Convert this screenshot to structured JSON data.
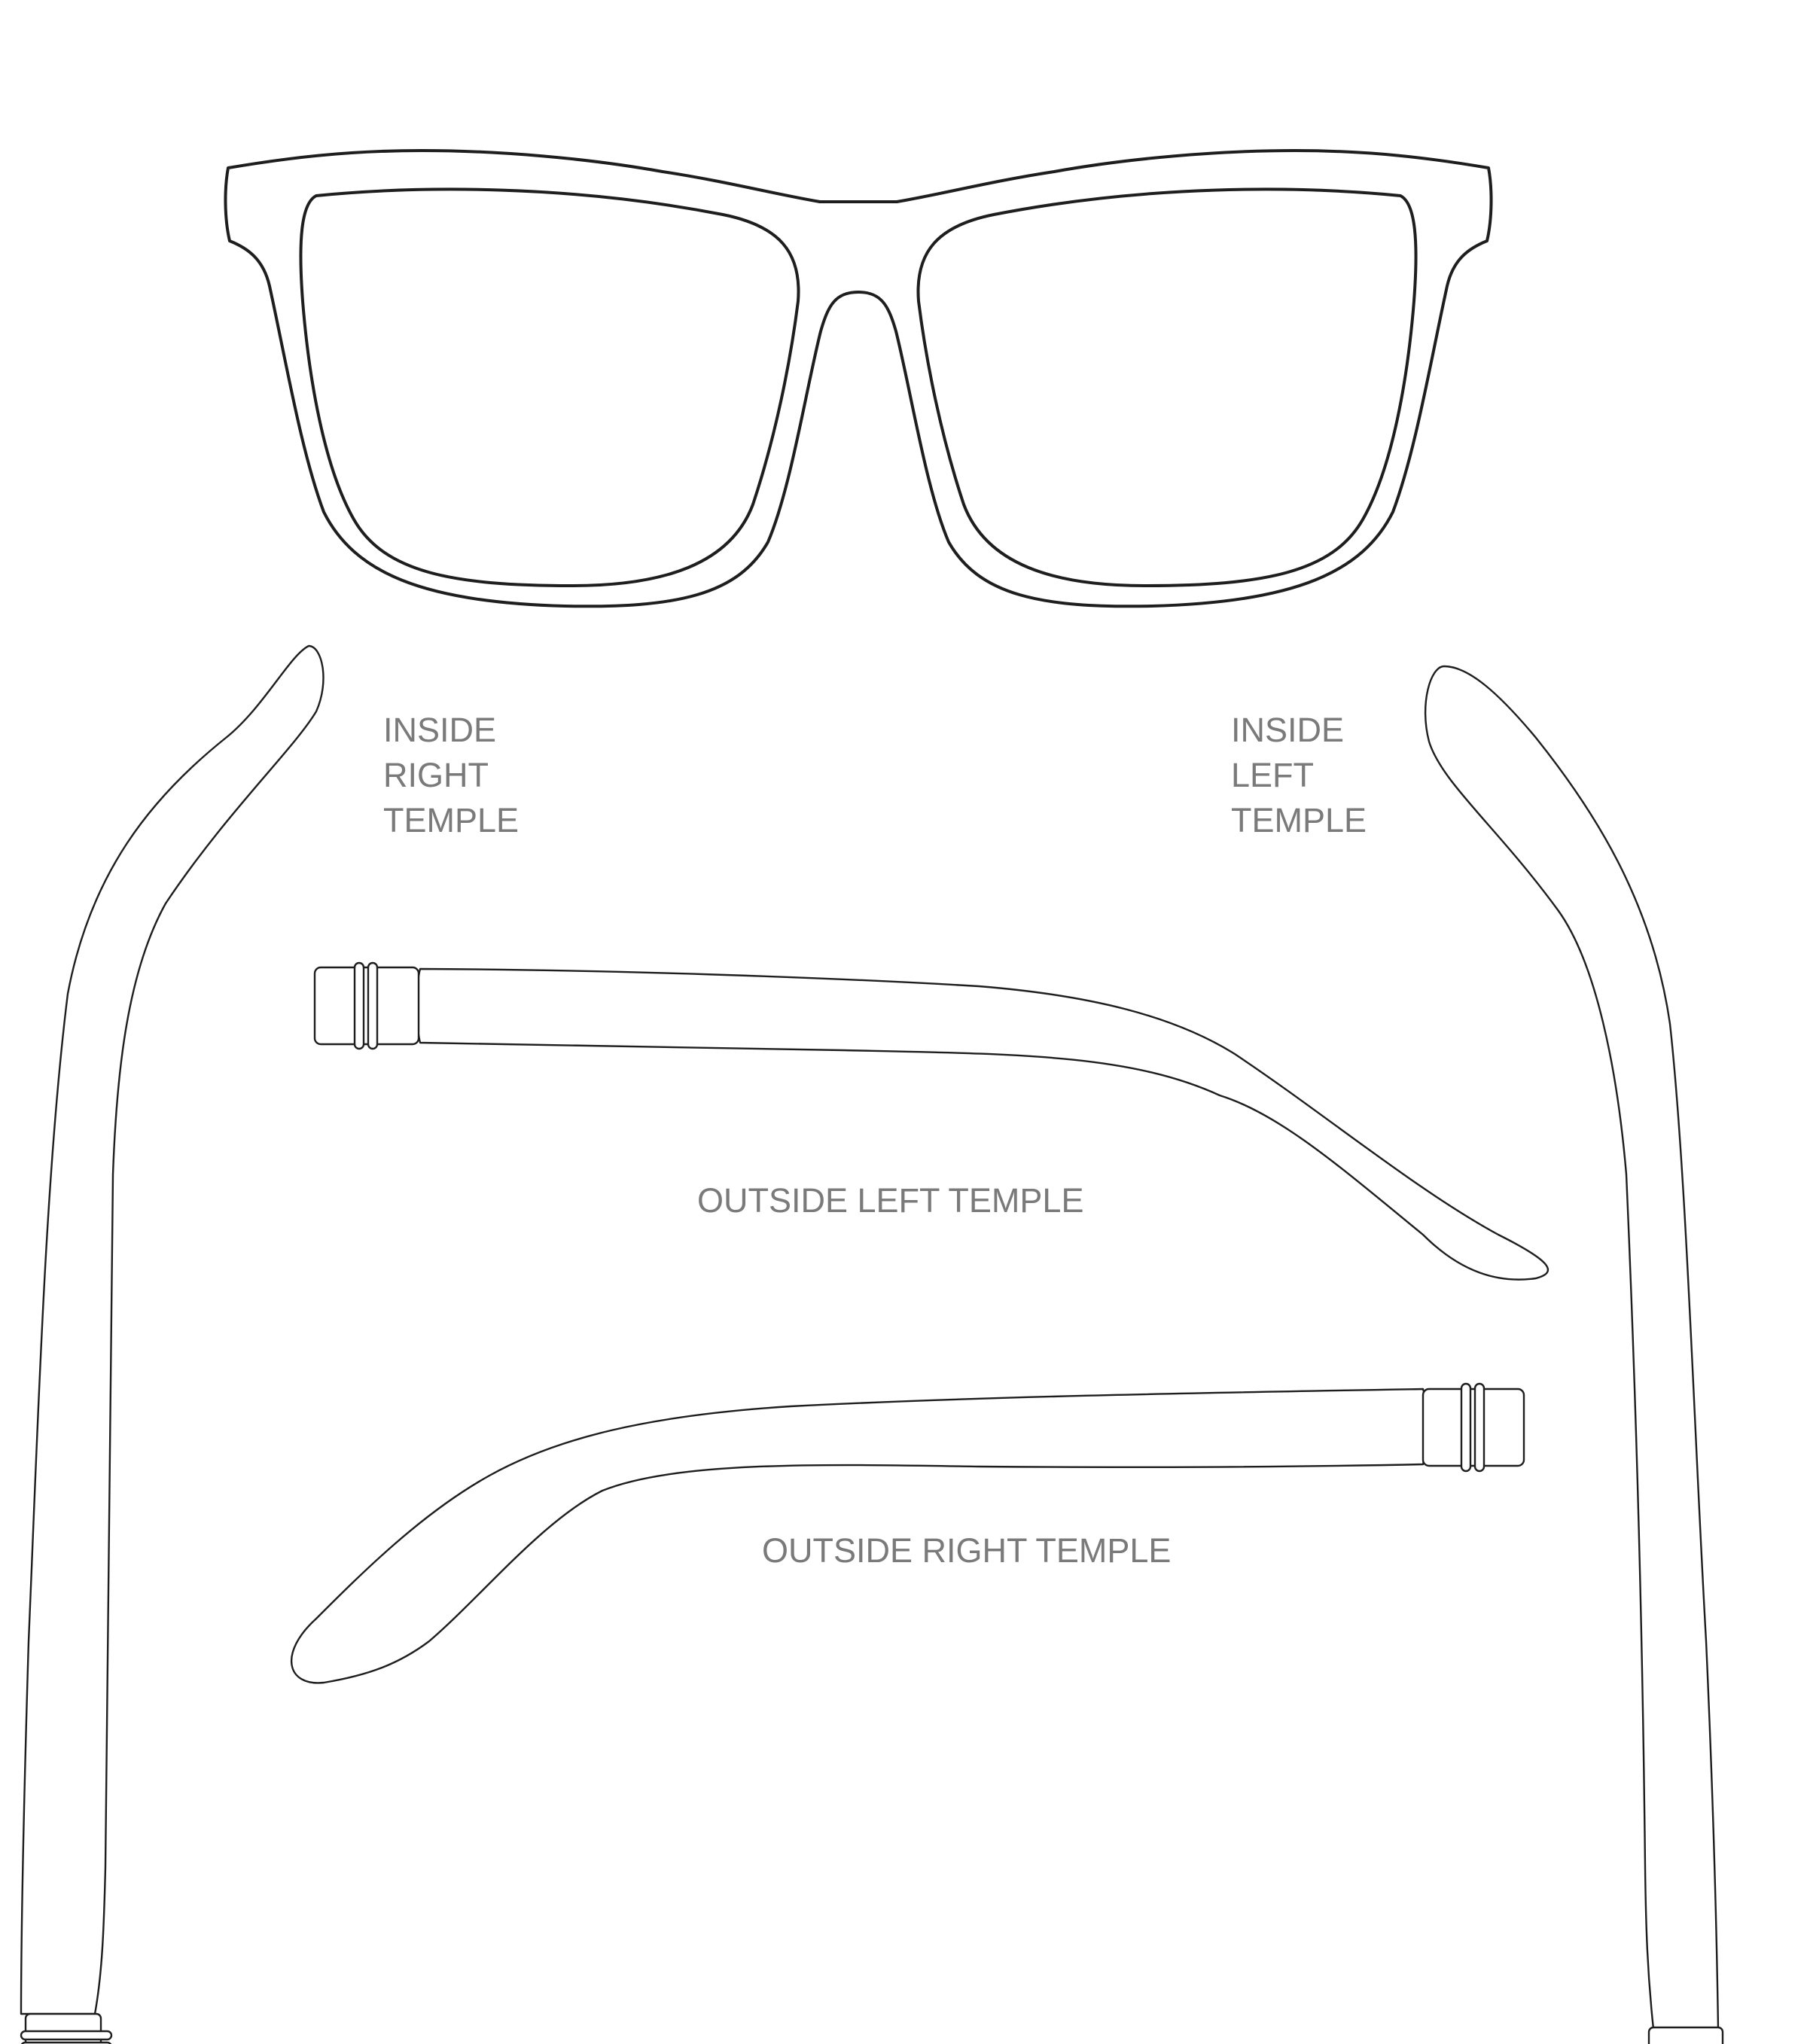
{
  "labels": {
    "inside_right": [
      "INSIDE",
      "RIGHT",
      "TEMPLE"
    ],
    "inside_left": [
      "INSIDE",
      "LEFT",
      "TEMPLE"
    ],
    "outside_left": "OUTSIDE LEFT TEMPLE",
    "outside_right": "OUTSIDE RIGHT TEMPLE"
  },
  "colors": {
    "outline": "#1e1e1e",
    "label": "#7a7a7a",
    "background": "#ffffff"
  }
}
